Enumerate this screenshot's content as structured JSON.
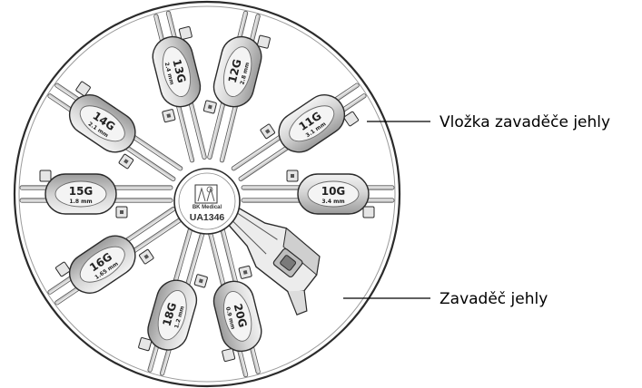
{
  "callouts": {
    "guide_insert": "Vložka zavaděče jehly",
    "needle_guide": "Zavaděč jehly"
  },
  "hub": {
    "logo": "BK Medical",
    "model": "UA1346"
  },
  "inserts": [
    {
      "gauge": "13G",
      "size": "2.4 mm"
    },
    {
      "gauge": "12G",
      "size": "2.8 mm"
    },
    {
      "gauge": "11G",
      "size": "3.1 mm"
    },
    {
      "gauge": "10G",
      "size": "3.4 mm"
    },
    {
      "gauge": "20G",
      "size": "0.9 mm"
    },
    {
      "gauge": "18G",
      "size": "1.2 mm"
    },
    {
      "gauge": "16G",
      "size": "1.65 mm"
    },
    {
      "gauge": "15G",
      "size": "1.8 mm"
    },
    {
      "gauge": "14G",
      "size": "2.1 mm"
    }
  ],
  "colors": {
    "outline": "#2b2b2b",
    "grip_fill": "#d9d9d9",
    "grip_shade": "#a8a8a8",
    "line": "#555555"
  },
  "icons": {
    "hub_logo": "bk-medical-logo"
  }
}
